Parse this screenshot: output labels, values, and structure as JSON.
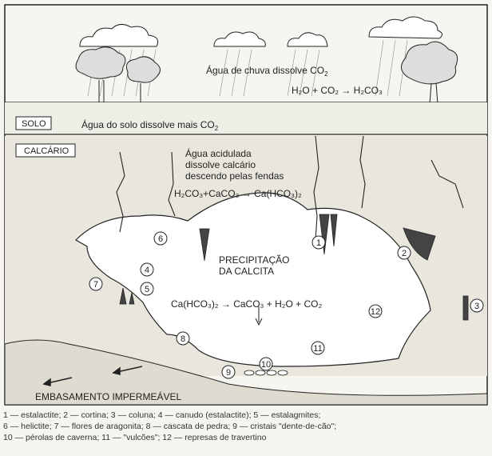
{
  "diagram": {
    "labels": {
      "rain": "Água de chuva dissolve CO",
      "rain_sub": "2",
      "eq1": "H₂O + CO₂ → H₂CO₃",
      "solo": "SOLO",
      "soil_water": "Água do solo dissolve mais CO",
      "soil_water_sub": "2",
      "calcario": "CALCÁRIO",
      "acid_1": "Água acidulada",
      "acid_2": "dissolve calcário",
      "acid_3": "descendo pelas fendas",
      "eq2": "H₂CO₃+CaCO₃ → Ca(HCO₃)₂",
      "precip_1": "PRECIPITAÇÃO",
      "precip_2": "DA CALCITA",
      "eq3": "Ca(HCO₃)₂ → CaCO₃ + H₂O + CO₂",
      "embasamento": "EMBASAMENTO IMPERMEÁVEL"
    },
    "numbers": [
      "1",
      "2",
      "3",
      "4",
      "5",
      "6",
      "7",
      "8",
      "9",
      "10",
      "11",
      "12"
    ]
  },
  "legend": [
    "1 — estalactite; 2 — cortina; 3 — coluna; 4 — canudo (estalactite); 5 — estalagmites;",
    "6 — helictite; 7 — flores de aragonita; 8 — cascata de pedra; 9 — cristais \"dente-de-cão\";",
    "10 — pérolas de caverna; 11 — \"vulcões\"; 12 — represas de travertino"
  ],
  "colors": {
    "ink": "#222222",
    "paper": "#f6f5ef",
    "rock": "#e9e7dd",
    "cave": "#ffffff"
  }
}
